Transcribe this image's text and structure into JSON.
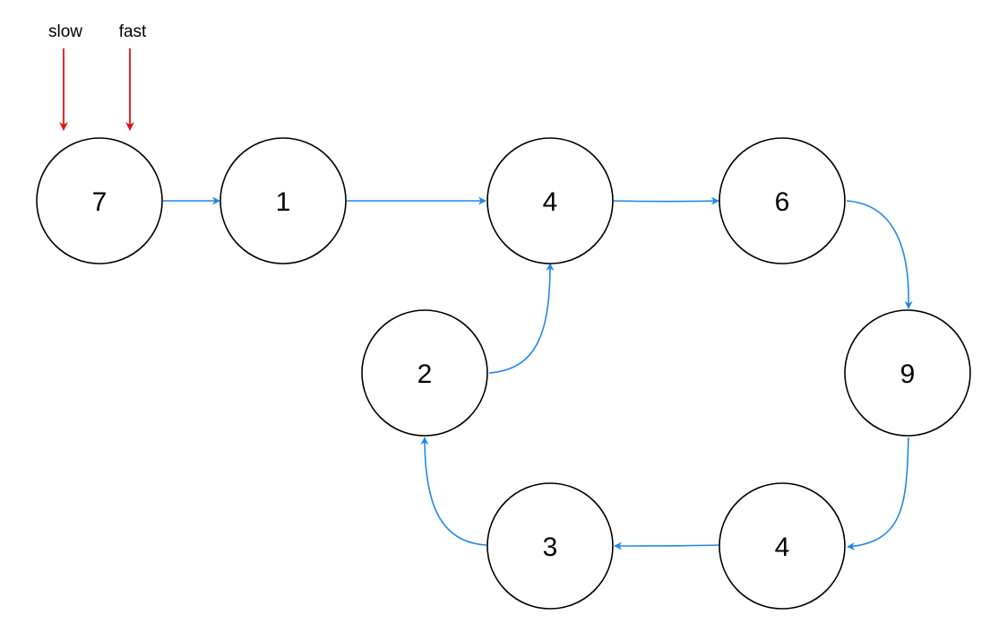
{
  "colors": {
    "edge": "#1e88e5",
    "pointer": "#e01414",
    "node_stroke": "#000000",
    "node_fill": "#ffffff"
  },
  "pointers": [
    {
      "id": "slow",
      "label": "slow",
      "target": "n1"
    },
    {
      "id": "fast",
      "label": "fast",
      "target": "n1"
    }
  ],
  "nodes": [
    {
      "id": "n1",
      "value": "7"
    },
    {
      "id": "n2",
      "value": "1"
    },
    {
      "id": "n3",
      "value": "4"
    },
    {
      "id": "n4",
      "value": "6"
    },
    {
      "id": "n5",
      "value": "9"
    },
    {
      "id": "n6",
      "value": "4"
    },
    {
      "id": "n7",
      "value": "3"
    },
    {
      "id": "n8",
      "value": "2"
    }
  ],
  "edges": [
    {
      "from": "n1",
      "to": "n2"
    },
    {
      "from": "n2",
      "to": "n3"
    },
    {
      "from": "n3",
      "to": "n4"
    },
    {
      "from": "n4",
      "to": "n5"
    },
    {
      "from": "n5",
      "to": "n6"
    },
    {
      "from": "n6",
      "to": "n7"
    },
    {
      "from": "n7",
      "to": "n8"
    },
    {
      "from": "n8",
      "to": "n3"
    }
  ]
}
